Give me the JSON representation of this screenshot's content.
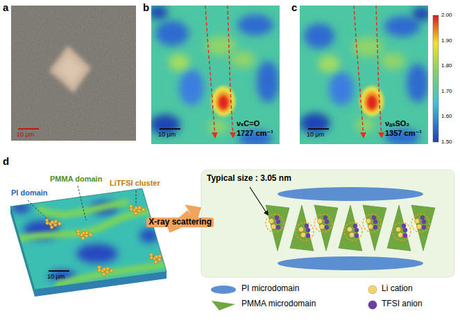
{
  "diagram": {
    "nodes": [
      {
        "text": [
          "a",
          "10 μm"
        ]
      },
      {
        "text": [
          "b",
          "νₛC=O",
          "1727 cm⁻¹",
          "10 μm"
        ]
      },
      {
        "text": [
          "c",
          "νₐₛSO₂",
          "1357 cm⁻¹",
          "10 μm"
        ]
      },
      {
        "text": [
          "d",
          "PMMA domain",
          "LiTFSI cluster",
          "PI domain",
          "10 μm"
        ]
      },
      {
        "text": [
          "Typical size : 3.05 nm"
        ]
      }
    ],
    "edges": [
      {
        "from": 3,
        "to": 4,
        "arrow": "to",
        "label": "X-ray scattering"
      }
    ],
    "labels": [
      "2.00",
      "1.90",
      "1.80",
      "1.70",
      "1.60",
      "1.50"
    ],
    "legend": [
      {
        "text": "PI microdomain",
        "color": "#5b8fd2"
      },
      {
        "text": "Li cation",
        "color": "#f3d36b"
      },
      {
        "text": "PMMA microdomain",
        "color": "#70a83f"
      },
      {
        "text": "TFSI anion",
        "color": "#6b3fa0"
      }
    ]
  }
}
